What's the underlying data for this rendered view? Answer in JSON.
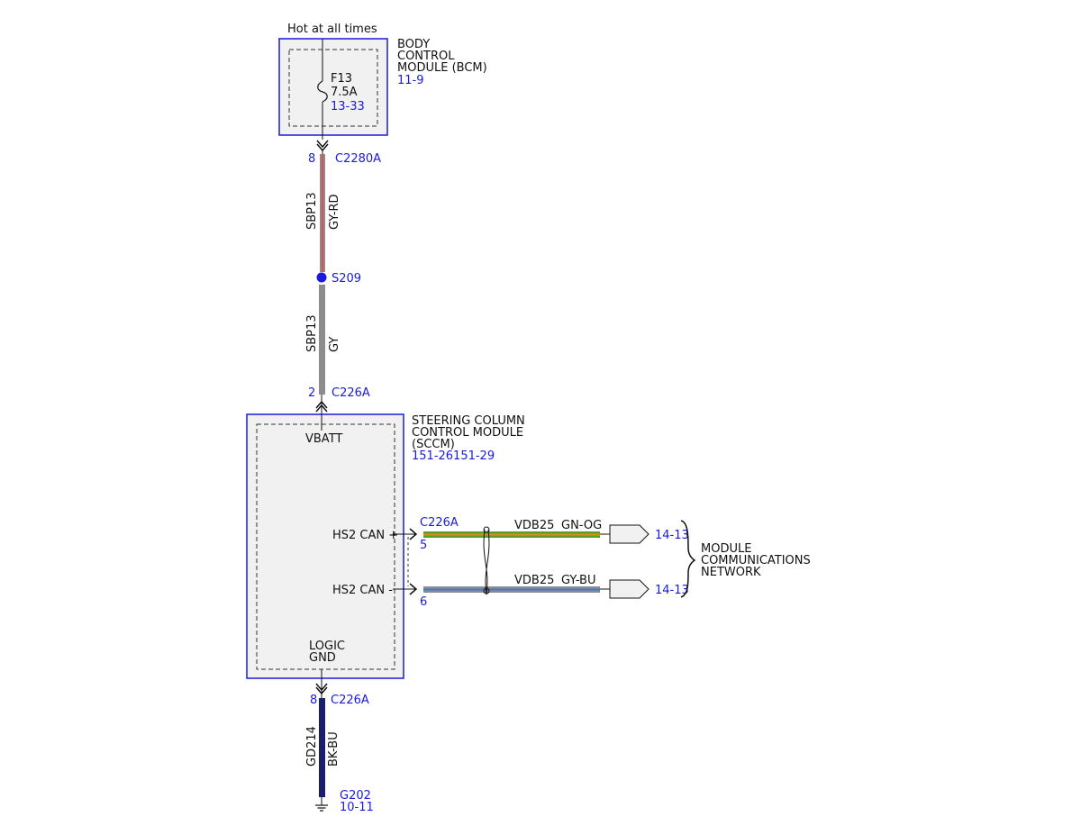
{
  "colors": {
    "module_border": "#1a1adb",
    "module_fill": "#f1f1f1",
    "ref_text": "#1a1adb",
    "wire_gy_rd": "#d8534f",
    "wire_gy": "#8c8c8c",
    "wire_gn_og": "#5aa028",
    "wire_gy_bu": "#4a78c8",
    "wire_bk_bu": "#1b1f6b"
  },
  "power": {
    "label": "Hot at all times"
  },
  "bcm": {
    "title_lines": [
      "BODY",
      "CONTROL",
      "MODULE (BCM)"
    ],
    "ref": "11-9",
    "fuse": {
      "name": "F13",
      "rating": "7.5A",
      "ref": "13-33"
    },
    "connector": {
      "pin": "8",
      "name": "C2280A"
    }
  },
  "wire_bcm_splice": {
    "circuit": "SBP13",
    "color_code": "GY-RD",
    "color_icon": "wire-gy-rd"
  },
  "splice": {
    "name": "S209"
  },
  "wire_splice_sccm": {
    "circuit": "SBP13",
    "color_code": "GY",
    "color_icon": "wire-gy"
  },
  "sccm": {
    "connector_top": {
      "pin": "2",
      "name": "C226A"
    },
    "title_lines": [
      "STEERING COLUMN",
      "CONTROL MODULE",
      "(SCCM)"
    ],
    "ref": "151-26151-29",
    "vbatt_label": "VBATT",
    "can_high_label": "HS2 CAN +",
    "can_low_label": "HS2 CAN -",
    "logic_gnd_lines": [
      "LOGIC",
      "GND"
    ],
    "can_connector": "C226A",
    "can_high_pin": "5",
    "can_low_pin": "6",
    "connector_bottom": {
      "pin": "8",
      "name": "C226A"
    }
  },
  "can_high_wire": {
    "circuit": "VDB25",
    "color_code": "GN-OG",
    "ref": "14-13",
    "color_icon": "wire-gn-og"
  },
  "can_low_wire": {
    "circuit": "VDB25",
    "color_code": "GY-BU",
    "ref": "14-13",
    "color_icon": "wire-gy-bu"
  },
  "network": {
    "lines": [
      "MODULE",
      "COMMUNICATIONS",
      "NETWORK"
    ]
  },
  "ground_wire": {
    "circuit": "GD214",
    "color_code": "BK-BU",
    "color_icon": "wire-bk-bu"
  },
  "ground": {
    "name": "G202",
    "ref": "10-11"
  }
}
